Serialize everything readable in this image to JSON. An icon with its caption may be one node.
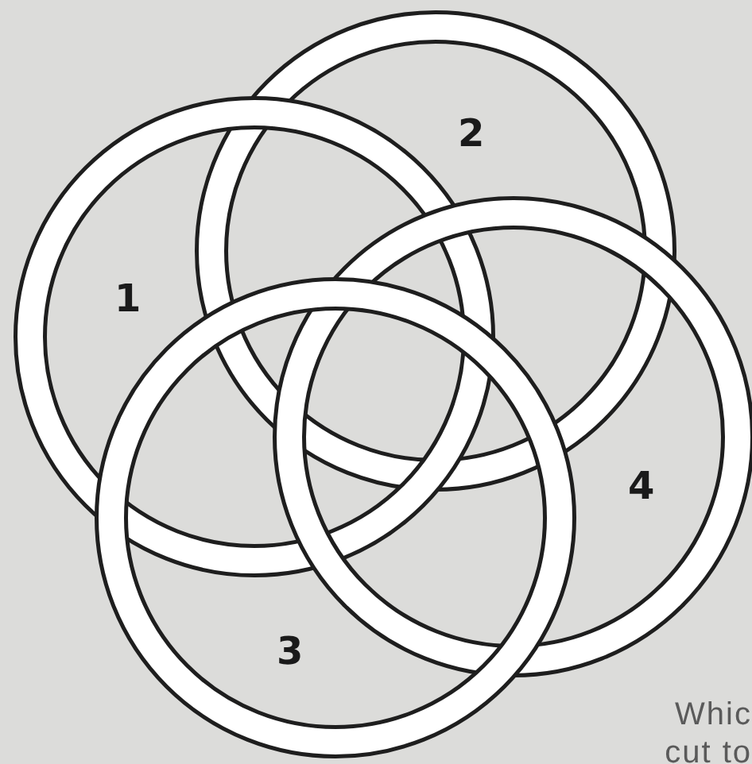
{
  "diagram": {
    "nodes": [
      {
        "text": [
          "1"
        ]
      },
      {
        "text": [
          "2"
        ]
      },
      {
        "text": [
          "3"
        ]
      },
      {
        "text": [
          "4"
        ]
      }
    ],
    "labels": [
      "Whic",
      "cut to"
    ]
  }
}
